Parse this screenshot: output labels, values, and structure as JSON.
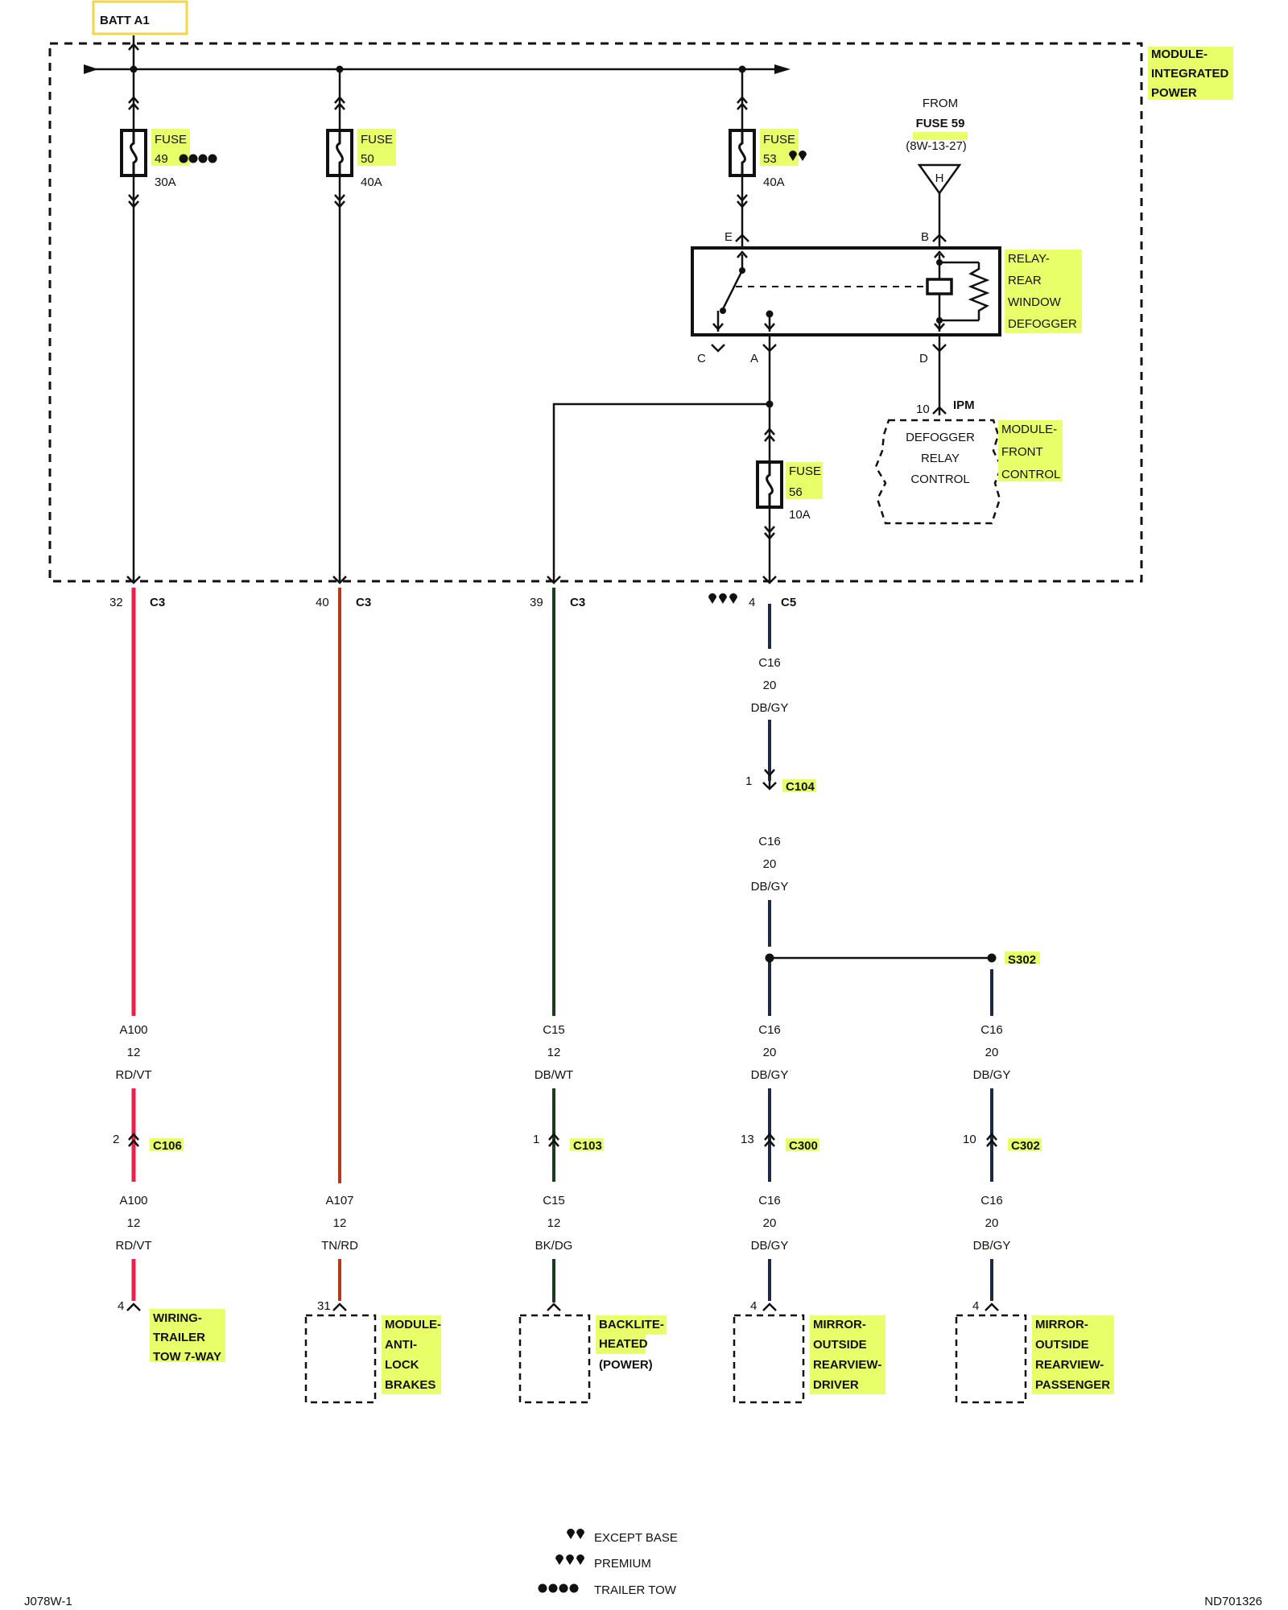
{
  "source": {
    "label": "BATT A1"
  },
  "module_ipm": {
    "label_lines": [
      "MODULE-",
      "INTEGRATED",
      "POWER"
    ]
  },
  "fuses": [
    {
      "word": "FUSE",
      "number": "49",
      "rating": "30A"
    },
    {
      "word": "FUSE",
      "number": "50",
      "rating": "40A"
    },
    {
      "word": "FUSE",
      "number": "53",
      "rating": "40A"
    },
    {
      "word": "FUSE",
      "number": "56",
      "rating": "10A"
    }
  ],
  "from_ref": {
    "line1": "FROM",
    "line2": "FUSE 59",
    "line3": "(8W-13-27)",
    "pin": "H"
  },
  "relay": {
    "label_lines": [
      "RELAY-",
      "REAR",
      "WINDOW",
      "DEFOGGER"
    ],
    "pins": {
      "e": "E",
      "b": "B",
      "c": "C",
      "a": "A",
      "d": "D"
    }
  },
  "fcm": {
    "pin": "10",
    "conn": "IPM",
    "inner_lines": [
      "DEFOGGER",
      "RELAY",
      "CONTROL"
    ],
    "label_lines": [
      "MODULE-",
      "FRONT",
      "CONTROL"
    ]
  },
  "ipm_connectors": [
    {
      "pin": "32",
      "name": "C3"
    },
    {
      "pin": "40",
      "name": "C3"
    },
    {
      "pin": "39",
      "name": "C3"
    },
    {
      "pin": "4",
      "name": "C5"
    }
  ],
  "wires": {
    "c16_a": [
      "C16",
      "20",
      "DB/GY"
    ],
    "c16_b": [
      "C16",
      "20",
      "DB/GY"
    ],
    "a100_a": [
      "A100",
      "12",
      "RD/VT"
    ],
    "a100_b": [
      "A100",
      "12",
      "RD/VT"
    ],
    "a107": [
      "A107",
      "12",
      "TN/RD"
    ],
    "c15_a": [
      "C15",
      "12",
      "DB/WT"
    ],
    "c15_b": [
      "C15",
      "12",
      "BK/DG"
    ],
    "c16_c": [
      "C16",
      "20",
      "DB/GY"
    ],
    "c16_d": [
      "C16",
      "20",
      "DB/GY"
    ],
    "c16_e": [
      "C16",
      "20",
      "DB/GY"
    ],
    "c16_f": [
      "C16",
      "20",
      "DB/GY"
    ]
  },
  "inline_connectors": {
    "c104": {
      "pin": "1",
      "name": "C104"
    },
    "s302": {
      "name": "S302"
    },
    "c106": {
      "pin": "2",
      "name": "C106"
    },
    "c103": {
      "pin": "1",
      "name": "C103"
    },
    "c300": {
      "pin": "13",
      "name": "C300"
    },
    "c302": {
      "pin": "10",
      "name": "C302"
    }
  },
  "components": [
    {
      "pin": "4",
      "label_lines": [
        "WIRING-",
        "TRAILER",
        "TOW 7-WAY"
      ]
    },
    {
      "pin": "31",
      "label_lines": [
        "MODULE-",
        "ANTI-",
        "LOCK",
        "BRAKES"
      ]
    },
    {
      "pin": "",
      "label_lines": [
        "BACKLITE-",
        "HEATED",
        "(POWER)"
      ]
    },
    {
      "pin": "4",
      "label_lines": [
        "MIRROR-",
        "OUTSIDE",
        "REARVIEW-",
        "DRIVER"
      ]
    },
    {
      "pin": "4",
      "label_lines": [
        "MIRROR-",
        "OUTSIDE",
        "REARVIEW-",
        "PASSENGER"
      ]
    }
  ],
  "legend": [
    {
      "text": "EXCEPT BASE",
      "dots": 2
    },
    {
      "text": "PREMIUM",
      "dots": 3
    },
    {
      "text": "TRAILER TOW",
      "dots": 4
    }
  ],
  "footer": {
    "left": "J078W-1",
    "right": "ND701326"
  },
  "colors": {
    "highlight": "#e8ff6a",
    "wire_rd_vt": "#e8204a",
    "wire_tn_rd": "#b53a1c",
    "wire_db_wt": "#1d3b1d",
    "wire_db_gy": "#1c2a44",
    "batt_border": "#f2d54a",
    "ref_blue": "#1a2d9a"
  }
}
